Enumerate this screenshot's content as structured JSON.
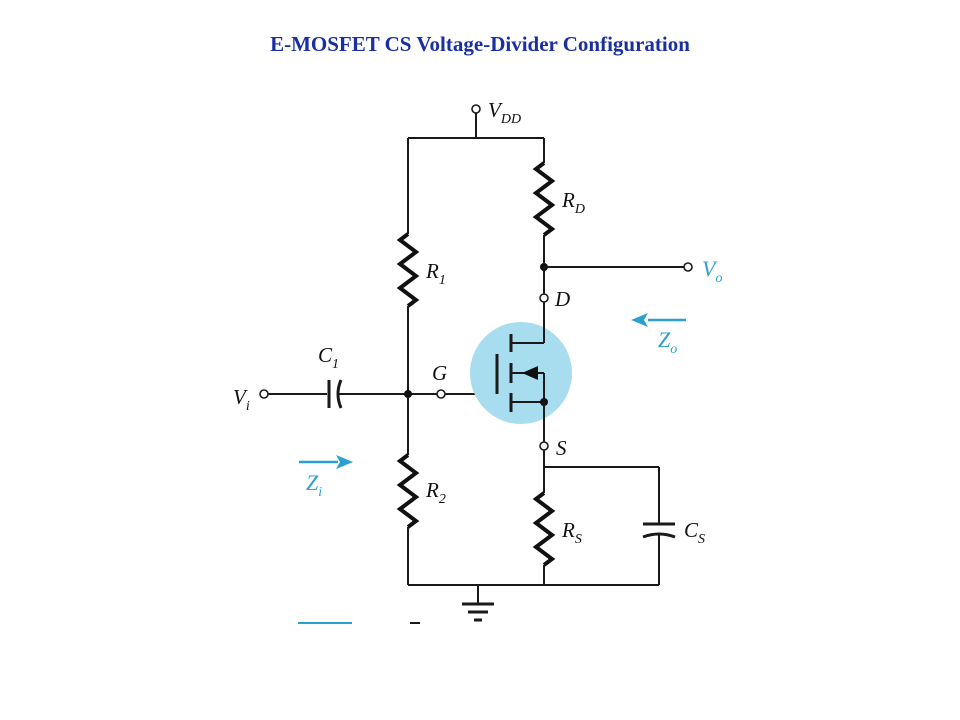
{
  "title": "E-MOSFET CS Voltage-Divider Configuration",
  "colors": {
    "title": "#1a2fa0",
    "accent": "#2a9fd0",
    "highlight": "#a8ddf0",
    "wire": "#1a1a1a"
  },
  "labels": {
    "vdd": {
      "main": "V",
      "sub": "DD"
    },
    "rd": {
      "main": "R",
      "sub": "D"
    },
    "r1": {
      "main": "R",
      "sub": "1"
    },
    "r2": {
      "main": "R",
      "sub": "2"
    },
    "rs": {
      "main": "R",
      "sub": "S"
    },
    "c1": {
      "main": "C",
      "sub": "1"
    },
    "cs": {
      "main": "C",
      "sub": "S"
    },
    "vi": {
      "main": "V",
      "sub": "i"
    },
    "vo": {
      "main": "V",
      "sub": "o"
    },
    "zi": {
      "main": "Z",
      "sub": "i"
    },
    "zo": {
      "main": "Z",
      "sub": "o"
    },
    "drain": "D",
    "gate": "G",
    "source": "S"
  }
}
